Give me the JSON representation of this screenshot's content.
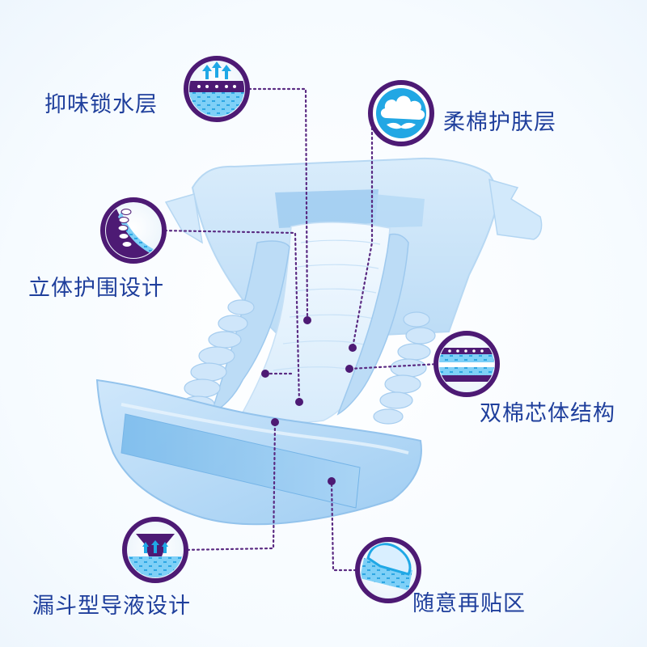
{
  "colors": {
    "label_text": "#1f3f9c",
    "ring": "#4d1a74",
    "leader": "#5a2a82",
    "icon_fill": "#1fa8e6",
    "diaper_light": "#dff0fc",
    "diaper_mid": "#a9d4f5",
    "diaper_deep": "#7db8e8"
  },
  "features": [
    {
      "text": "抑味锁水层",
      "icon": "absorb-layer-icon"
    },
    {
      "text": "柔棉护肤层",
      "icon": "cotton-cloud-icon"
    },
    {
      "text": "立体护围设计",
      "icon": "leak-guard-icon"
    },
    {
      "text": "双棉芯体结构",
      "icon": "double-core-icon"
    },
    {
      "text": "随意再贴区",
      "icon": "refasten-tape-icon"
    },
    {
      "text": "漏斗型导液设计",
      "icon": "funnel-channel-icon"
    }
  ]
}
